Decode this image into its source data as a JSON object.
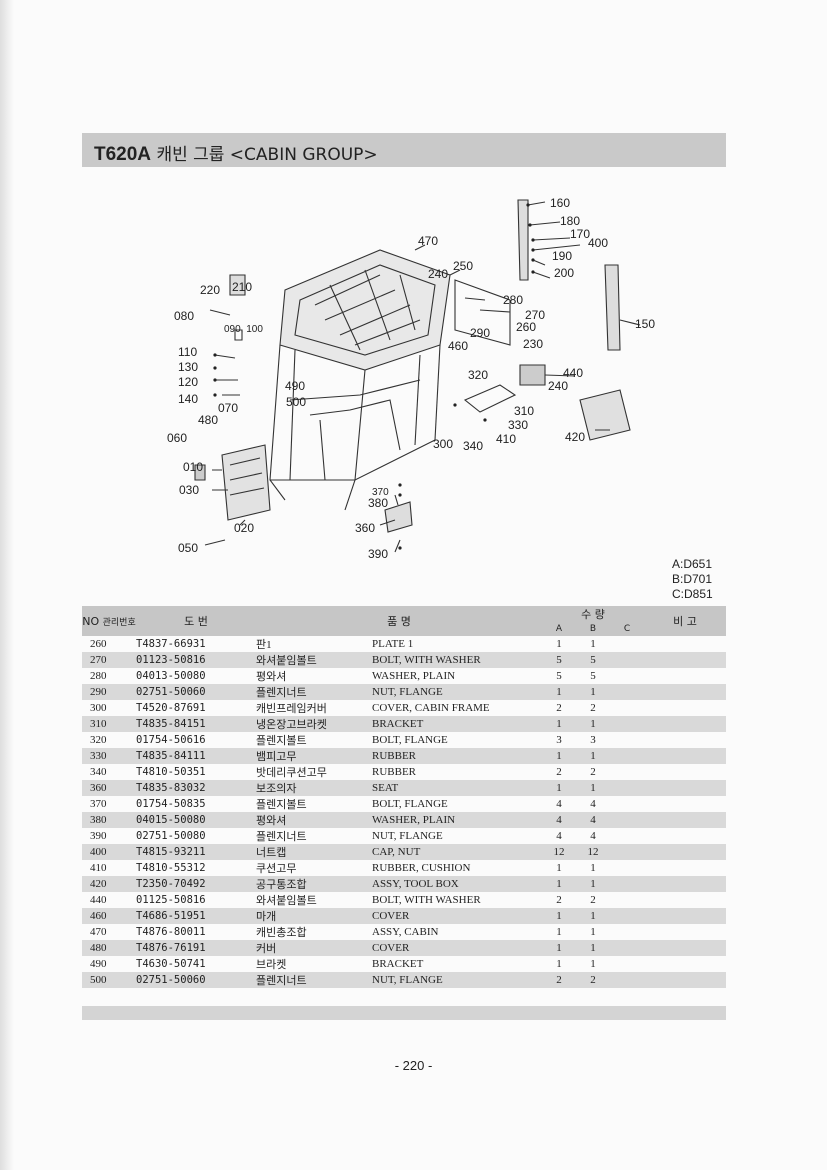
{
  "header": {
    "model": "T620A",
    "title": "캐빈 그룹 <CABIN GROUP>"
  },
  "diagram_callouts": [
    "160",
    "180",
    "170",
    "400",
    "190",
    "200",
    "470",
    "250",
    "240",
    "280",
    "270",
    "260",
    "290",
    "230",
    "460",
    "150",
    "220",
    "210",
    "080",
    "090, 100",
    "110",
    "130",
    "120",
    "140",
    "070",
    "490",
    "500",
    "320",
    "440",
    "240",
    "480",
    "060",
    "310",
    "330",
    "300",
    "340",
    "410",
    "420",
    "010",
    "030",
    "370",
    "380",
    "360",
    "020",
    "050",
    "390"
  ],
  "legend": [
    "A:D651",
    "B:D701",
    "C:D851"
  ],
  "table": {
    "headers": {
      "no": "NO",
      "mgmt": "관리번호",
      "drawing": "도    번",
      "name": "품          명",
      "qty": "수    량",
      "qty_a": "A",
      "qty_b": "B",
      "qty_c": "C",
      "remark": "비  고"
    },
    "rows": [
      {
        "no": "260",
        "drawing": "T4837-66931",
        "ko": "판1",
        "en": "PLATE 1",
        "a": "1",
        "b": "1"
      },
      {
        "no": "270",
        "drawing": "01123-50816",
        "ko": "와셔붙임볼트",
        "en": "BOLT, WITH WASHER",
        "a": "5",
        "b": "5"
      },
      {
        "no": "280",
        "drawing": "04013-50080",
        "ko": "평와셔",
        "en": "WASHER, PLAIN",
        "a": "5",
        "b": "5"
      },
      {
        "no": "290",
        "drawing": "02751-50060",
        "ko": "플렌지너트",
        "en": "NUT, FLANGE",
        "a": "1",
        "b": "1"
      },
      {
        "no": "300",
        "drawing": "T4520-87691",
        "ko": "캐빈프레임커버",
        "en": "COVER, CABIN FRAME",
        "a": "2",
        "b": "2"
      },
      {
        "no": "310",
        "drawing": "T4835-84151",
        "ko": "냉온장고브라켓",
        "en": "BRACKET",
        "a": "1",
        "b": "1"
      },
      {
        "no": "320",
        "drawing": "01754-50616",
        "ko": "플렌지볼트",
        "en": "BOLT, FLANGE",
        "a": "3",
        "b": "3"
      },
      {
        "no": "330",
        "drawing": "T4835-84111",
        "ko": "뱀피고무",
        "en": "RUBBER",
        "a": "1",
        "b": "1"
      },
      {
        "no": "340",
        "drawing": "T4810-50351",
        "ko": "밧데리쿠션고무",
        "en": "RUBBER",
        "a": "2",
        "b": "2"
      },
      {
        "no": "360",
        "drawing": "T4835-83032",
        "ko": "보조의자",
        "en": "SEAT",
        "a": "1",
        "b": "1"
      },
      {
        "no": "370",
        "drawing": "01754-50835",
        "ko": "플렌지볼트",
        "en": "BOLT, FLANGE",
        "a": "4",
        "b": "4"
      },
      {
        "no": "380",
        "drawing": "04015-50080",
        "ko": "평와셔",
        "en": "WASHER, PLAIN",
        "a": "4",
        "b": "4"
      },
      {
        "no": "390",
        "drawing": "02751-50080",
        "ko": "플렌지너트",
        "en": "NUT, FLANGE",
        "a": "4",
        "b": "4"
      },
      {
        "no": "400",
        "drawing": "T4815-93211",
        "ko": "너트캡",
        "en": "CAP, NUT",
        "a": "12",
        "b": "12"
      },
      {
        "no": "410",
        "drawing": "T4810-55312",
        "ko": "쿠션고무",
        "en": "RUBBER, CUSHION",
        "a": "1",
        "b": "1"
      },
      {
        "no": "420",
        "drawing": "T2350-70492",
        "ko": "공구통조합",
        "en": "ASSY, TOOL BOX",
        "a": "1",
        "b": "1"
      },
      {
        "no": "440",
        "drawing": "01125-50816",
        "ko": "와셔붙임볼트",
        "en": "BOLT, WITH WASHER",
        "a": "2",
        "b": "2"
      },
      {
        "no": "460",
        "drawing": "T4686-51951",
        "ko": "마개",
        "en": "COVER",
        "a": "1",
        "b": "1"
      },
      {
        "no": "470",
        "drawing": "T4876-80011",
        "ko": "캐빈총조합",
        "en": "ASSY, CABIN",
        "a": "1",
        "b": "1"
      },
      {
        "no": "480",
        "drawing": "T4876-76191",
        "ko": "커버",
        "en": "COVER",
        "a": "1",
        "b": "1"
      },
      {
        "no": "490",
        "drawing": "T4630-50741",
        "ko": "브라켓",
        "en": "BRACKET",
        "a": "1",
        "b": "1"
      },
      {
        "no": "500",
        "drawing": "02751-50060",
        "ko": "플렌지너트",
        "en": "NUT, FLANGE",
        "a": "2",
        "b": "2"
      }
    ]
  },
  "page_number": "- 220 -"
}
